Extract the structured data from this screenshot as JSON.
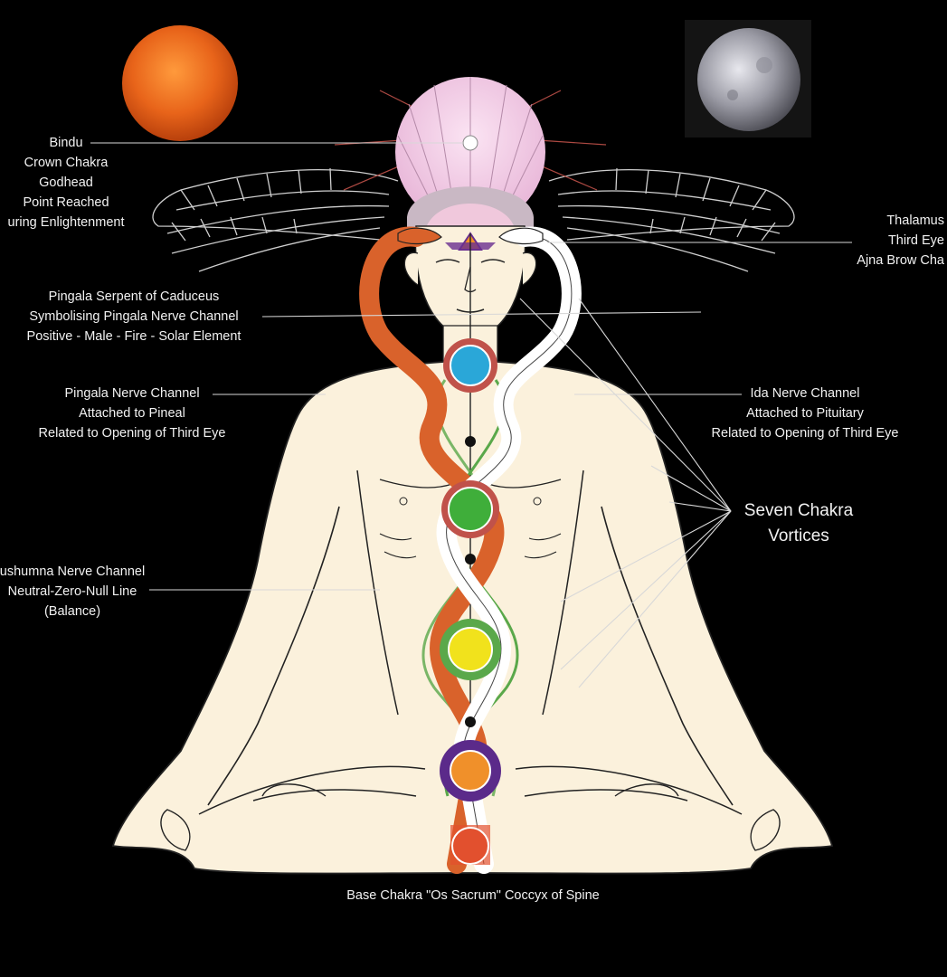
{
  "labels": {
    "bindu": [
      "Bindu",
      "Crown Chakra",
      "Godhead",
      "Point Reached",
      "uring Enlightenment"
    ],
    "thalamus": [
      "Thalamus",
      "Third Eye",
      "Ajna Brow Cha"
    ],
    "pingala_serpent": [
      "Pingala Serpent of Caduceus",
      "Symbolising Pingala Nerve Channel",
      "Positive - Male - Fire - Solar Element"
    ],
    "pingala_channel": [
      "Pingala Nerve Channel",
      "Attached to Pineal",
      "Related to Opening of Third Eye"
    ],
    "ida_channel": [
      "Ida Nerve Channel",
      "Attached to Pituitary",
      "Related to Opening of Third Eye"
    ],
    "seven_chakra": [
      "Seven Chakra",
      "Vortices"
    ],
    "sushumna": [
      "ushumna Nerve Channel",
      "Neutral-Zero-Null Line",
      "(Balance)"
    ],
    "base": "Base Chakra \"Os Sacrum\" Coccyx of Spine"
  },
  "colors": {
    "background": "#000000",
    "body": "#fbf1dc",
    "sun": "#e8641a",
    "moon": "#b8b8c0",
    "pingala_serpent": "#d9622b",
    "ida_serpent": "#ffffff",
    "crown": "#f3c9e6",
    "chakras": [
      "#2aa7d8",
      "#3fae3a",
      "#f1e21c",
      "#f0902a",
      "#e2502e"
    ]
  },
  "chakra_names": [
    "throat-chakra",
    "heart-chakra",
    "solar-plexus-chakra",
    "sacral-chakra",
    "base-chakra"
  ]
}
